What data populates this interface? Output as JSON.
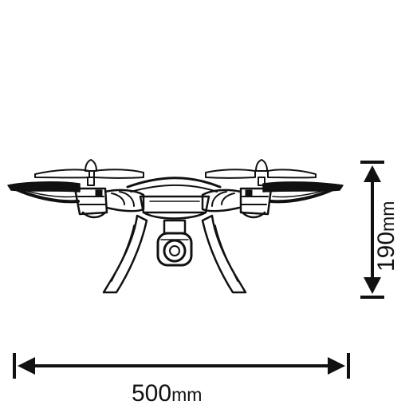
{
  "width_dimension": {
    "value": "500",
    "unit": "mm"
  },
  "height_dimension": {
    "value": "190",
    "unit": "mm"
  },
  "colors": {
    "line": "#111111",
    "background": "#ffffff"
  }
}
